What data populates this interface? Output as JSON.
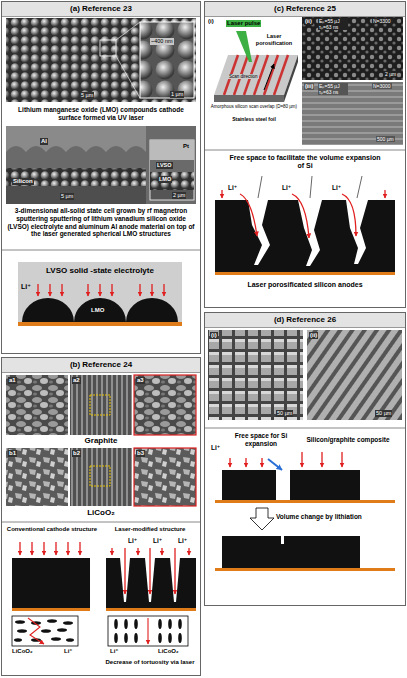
{
  "diagram": {
    "nodes": [
      {
        "text": [
          "(a) Reference 23"
        ]
      },
      {
        "text": [
          "(b) Reference 24"
        ]
      },
      {
        "text": [
          "(c) Reference 25"
        ]
      },
      {
        "text": [
          "(d) Reference 26"
        ]
      }
    ],
    "labels": [
      "~400 nm",
      "1 µm",
      "5 µm",
      "Lithium manganese oxide (LMO) compounds cathode surface formed via UV laser",
      "Al",
      "Pt",
      "LVSO",
      "LMO",
      "2 µm",
      "Silicon",
      "5 µm",
      "3-dimensional all-solid state cell grown by rf magnetron sputtering sputtering of lithium vanadium silicon oxide (LVSO) electrolyte and aluminum Al anode material on top of the laser generated spherical LMO structures",
      "LVSO solid -state electrolyte",
      "Li⁺",
      "LMO",
      "a1",
      "a2",
      "a3",
      "Graphite",
      "b1",
      "b2",
      "b3",
      "LiCoO₂",
      "Conventional cathode structure",
      "Laser-modified structure",
      "Li⁺",
      "Li⁺",
      "Li⁺",
      "LiCoO₂",
      "Li⁺",
      "Li⁺",
      "LiCoO₂",
      "Decrease of tortuosity via laser",
      "(i)",
      "Laser pulse",
      "Laser porosification",
      "Scan direction",
      "Amorphous silicon scan overlap (D=80 µm)",
      "Stainless steel foil",
      "(ii)",
      "Eₚ=55 µJ τₚ=63 ns",
      "N=3300",
      "2 µm",
      "(iii)",
      "Eₚ=55 µJ τₚ=63 ns",
      "N=3000",
      "500 µm",
      "Free space to facilitate the volume expansion of Si",
      "Li⁺",
      "Li⁺",
      "Li⁺",
      "Laser porosificated silicon anodes",
      "(i)",
      "50 µm",
      "(ii)",
      "50 µm",
      "Li⁺",
      "Free space for Si expansion",
      "Silicon/graphite composite",
      "Volume change by lithiation"
    ]
  }
}
